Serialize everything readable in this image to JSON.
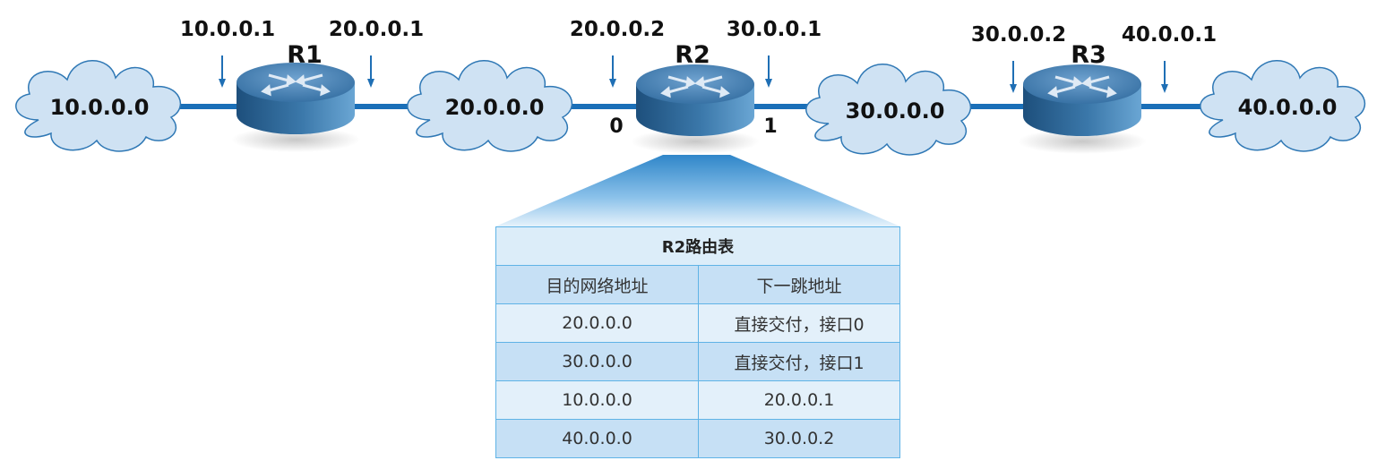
{
  "routers": [
    {
      "name": "R1"
    },
    {
      "name": "R2"
    },
    {
      "name": "R3"
    }
  ],
  "networks": [
    "10.0.0.0",
    "20.0.0.0",
    "30.0.0.0",
    "40.0.0.0"
  ],
  "interfaces": {
    "r1_left": "10.0.0.1",
    "r1_right": "20.0.0.1",
    "r2_left": "20.0.0.2",
    "r2_right": "30.0.0.1",
    "r3_left": "30.0.0.2",
    "r3_right": "40.0.0.1"
  },
  "ports": {
    "r2_left": "0",
    "r2_right": "1"
  },
  "table": {
    "title": "R2路由表",
    "columns": [
      "目的网络地址",
      "下一跳地址"
    ],
    "rows": [
      [
        "20.0.0.0",
        "直接交付，接口0"
      ],
      [
        "30.0.0.0",
        "直接交付，接口1"
      ],
      [
        "10.0.0.0",
        "20.0.0.1"
      ],
      [
        "40.0.0.0",
        "30.0.0.2"
      ]
    ]
  },
  "colors": {
    "link": "#1a6fb8",
    "cloud_fill": "#cfe2f3",
    "cloud_stroke": "#2f78b5",
    "router_top": "#4a84b5",
    "router_side": "#2a5e8c",
    "arrow": "#1f6fb5"
  }
}
